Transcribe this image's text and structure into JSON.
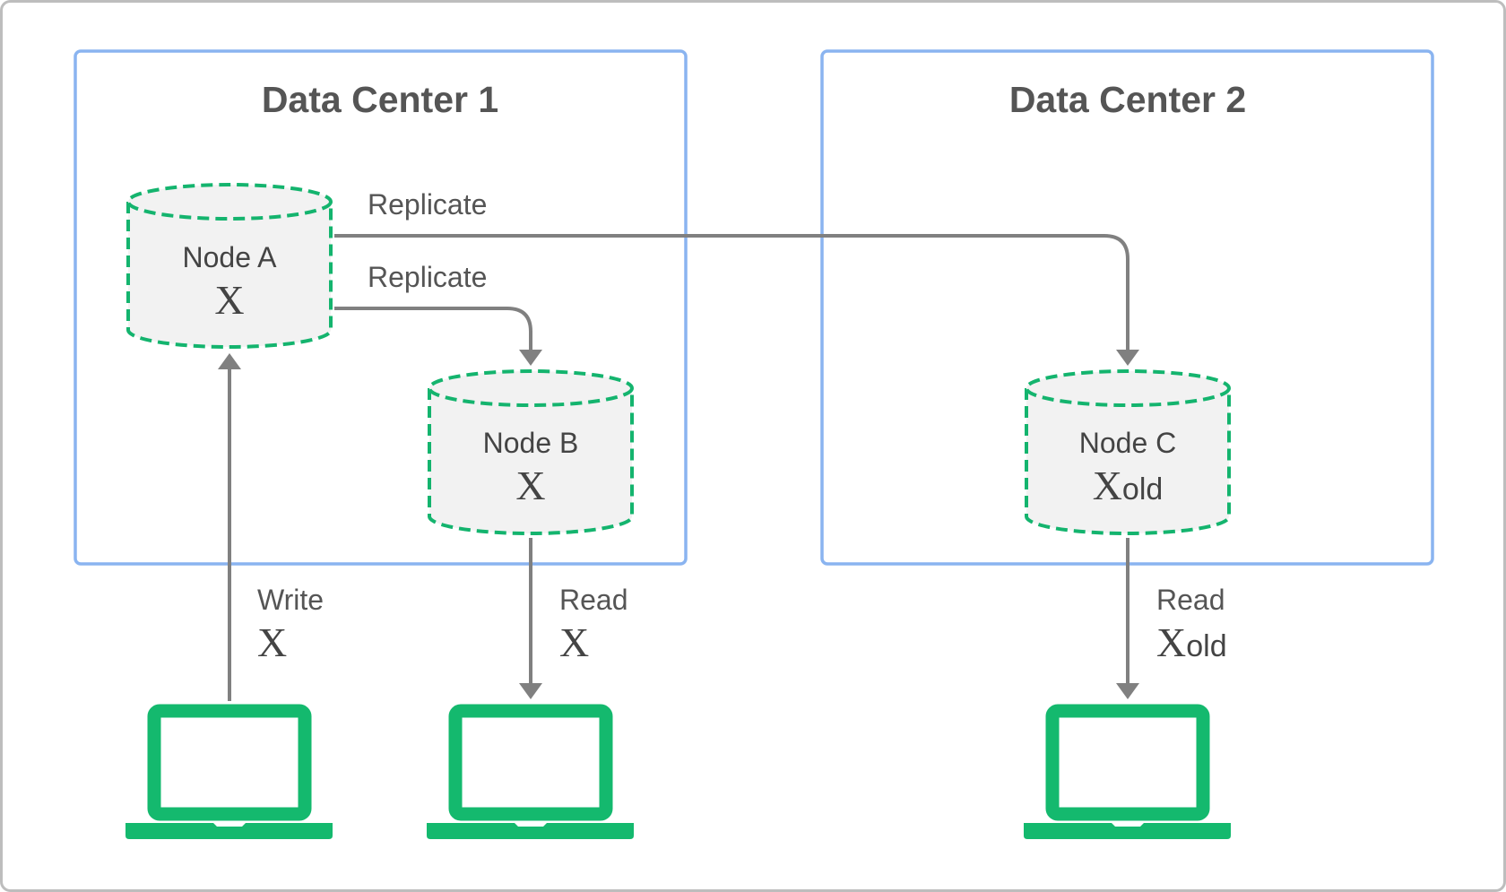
{
  "data_centers": [
    {
      "title": "Data Center 1"
    },
    {
      "title": "Data Center 2"
    }
  ],
  "nodes": [
    {
      "label": "Node A",
      "value": "X",
      "suffix": ""
    },
    {
      "label": "Node B",
      "value": "X",
      "suffix": ""
    },
    {
      "label": "Node C",
      "value": "X",
      "suffix": "old"
    }
  ],
  "replication": [
    {
      "label": "Replicate",
      "from": "Node A",
      "to": "Node C"
    },
    {
      "label": "Replicate",
      "from": "Node A",
      "to": "Node B"
    }
  ],
  "client_ops": [
    {
      "action": "Write",
      "value": "X",
      "suffix": "",
      "node": "Node A"
    },
    {
      "action": "Read",
      "value": "X",
      "suffix": "",
      "node": "Node B"
    },
    {
      "action": "Read",
      "value": "X",
      "suffix": "old",
      "node": "Node C"
    }
  ],
  "colors": {
    "frame_border": "#bdbdbd",
    "data_center_border": "#8ab4f0",
    "node_stroke": "#14b46e",
    "node_fill": "#f2f2f2",
    "arrow": "#808080",
    "laptop": "#14b96e",
    "text": "#555555"
  },
  "icons": [
    "database-cylinder-icon",
    "laptop-icon",
    "arrow-icon"
  ]
}
